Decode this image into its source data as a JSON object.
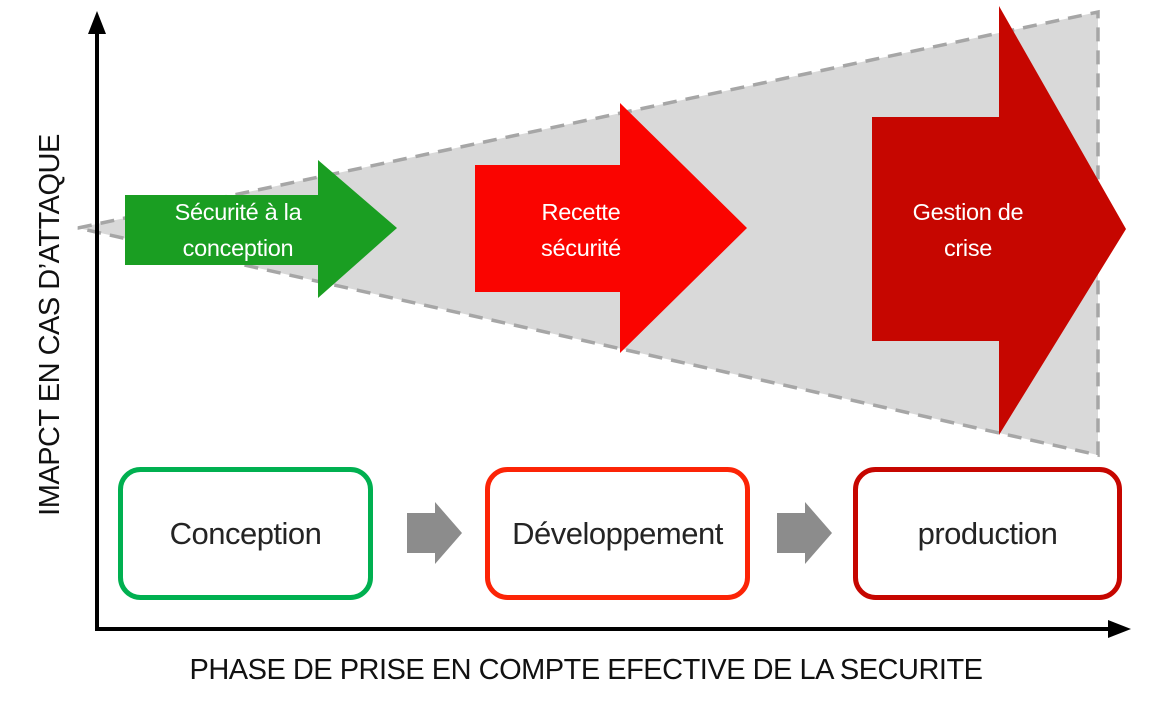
{
  "axes": {
    "y_label": "IMAPCT EN CAS D’ATTAQUE",
    "x_label": "PHASE DE PRISE EN COMPTE EFECTIVE DE LA SECURITE",
    "color": "#000000"
  },
  "funnel": {
    "fill": "#D9D9D9",
    "border": "#A6A6A6"
  },
  "stage_arrows": [
    {
      "line1": "Sécurité à la",
      "line2": "conception",
      "fill": "#1A9E22",
      "text_color": "#FFFFFF"
    },
    {
      "line1": "Recette",
      "line2": "sécurité",
      "fill": "#FA0400",
      "text_color": "#FFFFFF"
    },
    {
      "line1": "Gestion de",
      "line2": "crise",
      "fill": "#C60600",
      "text_color": "#FFFFFF"
    }
  ],
  "flow_arrows": {
    "color": "#8C8C8C"
  },
  "phases": [
    {
      "label": "Conception",
      "border": "#00B050",
      "fill": "#FFFFFF"
    },
    {
      "label": "Développement",
      "border": "#FC2406",
      "fill": "#FFFFFF"
    },
    {
      "label": "production",
      "border": "#C60600",
      "fill": "#FFFFFF"
    }
  ]
}
